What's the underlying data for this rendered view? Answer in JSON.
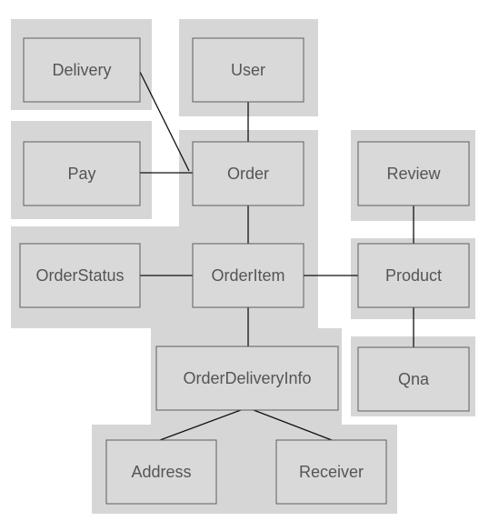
{
  "diagram": {
    "colors": {
      "group_fill": "#d6d6d6",
      "node_fill": "#d9d9d9",
      "node_stroke": "#5f5f5f",
      "edge": "#111111",
      "text": "#555555",
      "background": "#ffffff"
    },
    "nodes": [
      {
        "id": "delivery",
        "label": "Delivery"
      },
      {
        "id": "user",
        "label": "User"
      },
      {
        "id": "pay",
        "label": "Pay"
      },
      {
        "id": "order",
        "label": "Order"
      },
      {
        "id": "review",
        "label": "Review"
      },
      {
        "id": "order-status",
        "label": "OrderStatus"
      },
      {
        "id": "order-item",
        "label": "OrderItem"
      },
      {
        "id": "product",
        "label": "Product"
      },
      {
        "id": "order-delivery-info",
        "label": "OrderDeliveryInfo"
      },
      {
        "id": "qna",
        "label": "Qna"
      },
      {
        "id": "address",
        "label": "Address"
      },
      {
        "id": "receiver",
        "label": "Receiver"
      }
    ],
    "edges": [
      {
        "from": "delivery",
        "to": "order"
      },
      {
        "from": "pay",
        "to": "order"
      },
      {
        "from": "user",
        "to": "order"
      },
      {
        "from": "order",
        "to": "order-item"
      },
      {
        "from": "order-status",
        "to": "order-item"
      },
      {
        "from": "order-item",
        "to": "product"
      },
      {
        "from": "review",
        "to": "product"
      },
      {
        "from": "product",
        "to": "qna"
      },
      {
        "from": "order-item",
        "to": "order-delivery-info"
      },
      {
        "from": "order-delivery-info",
        "to": "address"
      },
      {
        "from": "order-delivery-info",
        "to": "receiver"
      }
    ]
  }
}
